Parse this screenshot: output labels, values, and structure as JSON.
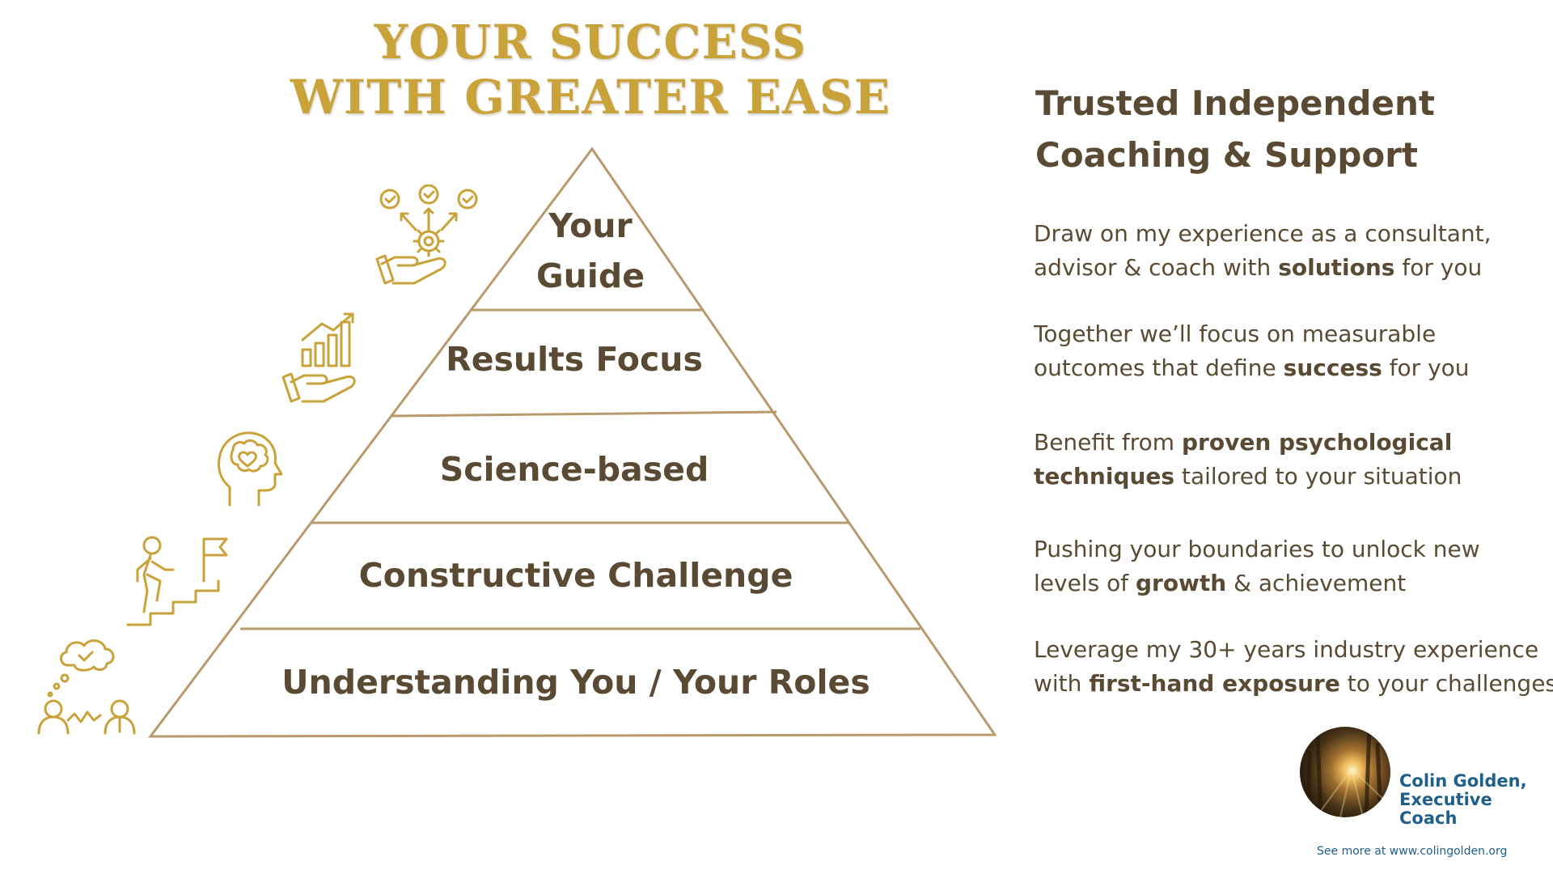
{
  "colors": {
    "gold": "#c9a23a",
    "brown": "#5b4a33",
    "tan": "#b89a6c",
    "blue": "#1f5f8b"
  },
  "title": {
    "line1": "YOUR SUCCESS",
    "line2": "WITH GREATER EASE"
  },
  "pyramid": {
    "tiers": [
      {
        "label_line1": "Your",
        "label_line2": "Guide",
        "icon": "hand-gear-checkmarks-icon"
      },
      {
        "label": "Results Focus",
        "icon": "hand-growth-chart-icon"
      },
      {
        "label": "Science-based",
        "icon": "head-brain-heart-icon"
      },
      {
        "label": "Constructive Challenge",
        "icon": "person-climbing-stairs-flag-icon"
      },
      {
        "label": "Understanding You / Your Roles",
        "icon": "two-people-thought-bubble-icon"
      }
    ]
  },
  "right_panel": {
    "heading_line1": "Trusted Independent",
    "heading_line2": "Coaching & Support",
    "bullets": [
      {
        "l1": "Draw on my experience as a consultant,",
        "l2_pre": "advisor & coach with ",
        "l2_bold": "solutions",
        "l2_post": " for you"
      },
      {
        "l1": "Together we’ll focus on measurable",
        "l2_pre": "outcomes that define ",
        "l2_bold": "success",
        "l2_post": " for you"
      },
      {
        "l1_pre": "Benefit from ",
        "l1_bold": "proven psychological",
        "l2_bold": "techniques",
        "l2_post": " tailored to your situation"
      },
      {
        "l1": "Pushing your boundaries to unlock new",
        "l2_pre": "levels of ",
        "l2_bold": "growth",
        "l2_post": " & achievement"
      },
      {
        "l1": "Leverage my 30+ years industry experience",
        "l2_pre": "with ",
        "l2_bold": "first-hand exposure",
        "l2_post": " to your challenges"
      }
    ]
  },
  "footer": {
    "name_line1": "Colin Golden,",
    "name_line2": "Executive",
    "name_line3": "Coach",
    "link": "See more at www.colingolden.org"
  }
}
